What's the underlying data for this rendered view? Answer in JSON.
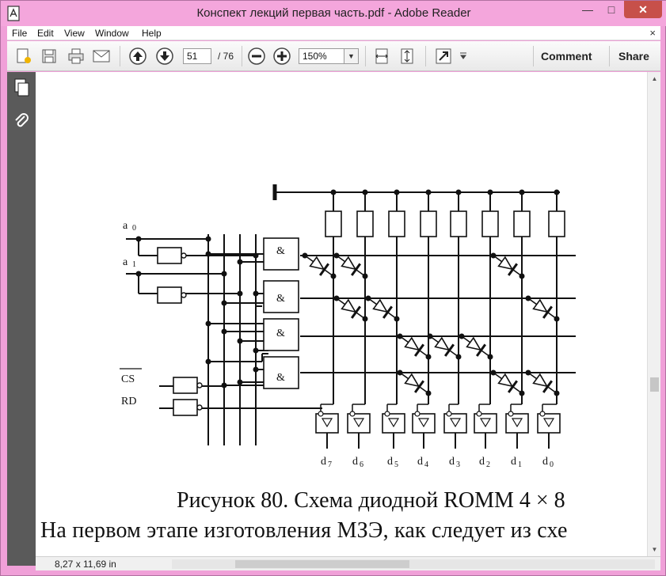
{
  "window": {
    "title": "Конспект лекций первая часть.pdf - Adobe Reader",
    "minimize_glyph": "—",
    "maximize_glyph": "□",
    "close_glyph": "✕"
  },
  "menu": {
    "items": [
      "File",
      "Edit",
      "View",
      "Window",
      "Help"
    ],
    "close_glyph": "×"
  },
  "toolbar": {
    "page_current": "51",
    "page_total": "/ 76",
    "zoom": "150%",
    "zoom_dropdown_glyph": "▼",
    "comment_label": "Comment",
    "share_label": "Share"
  },
  "status": {
    "page_size": "8,27 x 11,69 in"
  },
  "document": {
    "caption": "Рисунок 80. Схема диодной ROMM 4 × 8",
    "body_text": "На первом этапе изготовления МЗЭ, как следует из схе",
    "diagram": {
      "gate_label": "&",
      "input_labels": [
        "a",
        "0",
        "a",
        "1"
      ],
      "control_labels": [
        "CS",
        "RD"
      ],
      "outputs": [
        {
          "letter": "d",
          "index": "7"
        },
        {
          "letter": "d",
          "index": "6"
        },
        {
          "letter": "d",
          "index": "5"
        },
        {
          "letter": "d",
          "index": "4"
        },
        {
          "letter": "d",
          "index": "3"
        },
        {
          "letter": "d",
          "index": "2"
        },
        {
          "letter": "d",
          "index": "1"
        },
        {
          "letter": "d",
          "index": "0"
        }
      ]
    }
  },
  "colors": {
    "window_frame": "#f4a6dc",
    "side_panel": "#5a5a5a",
    "close_button": "#c7504a"
  }
}
